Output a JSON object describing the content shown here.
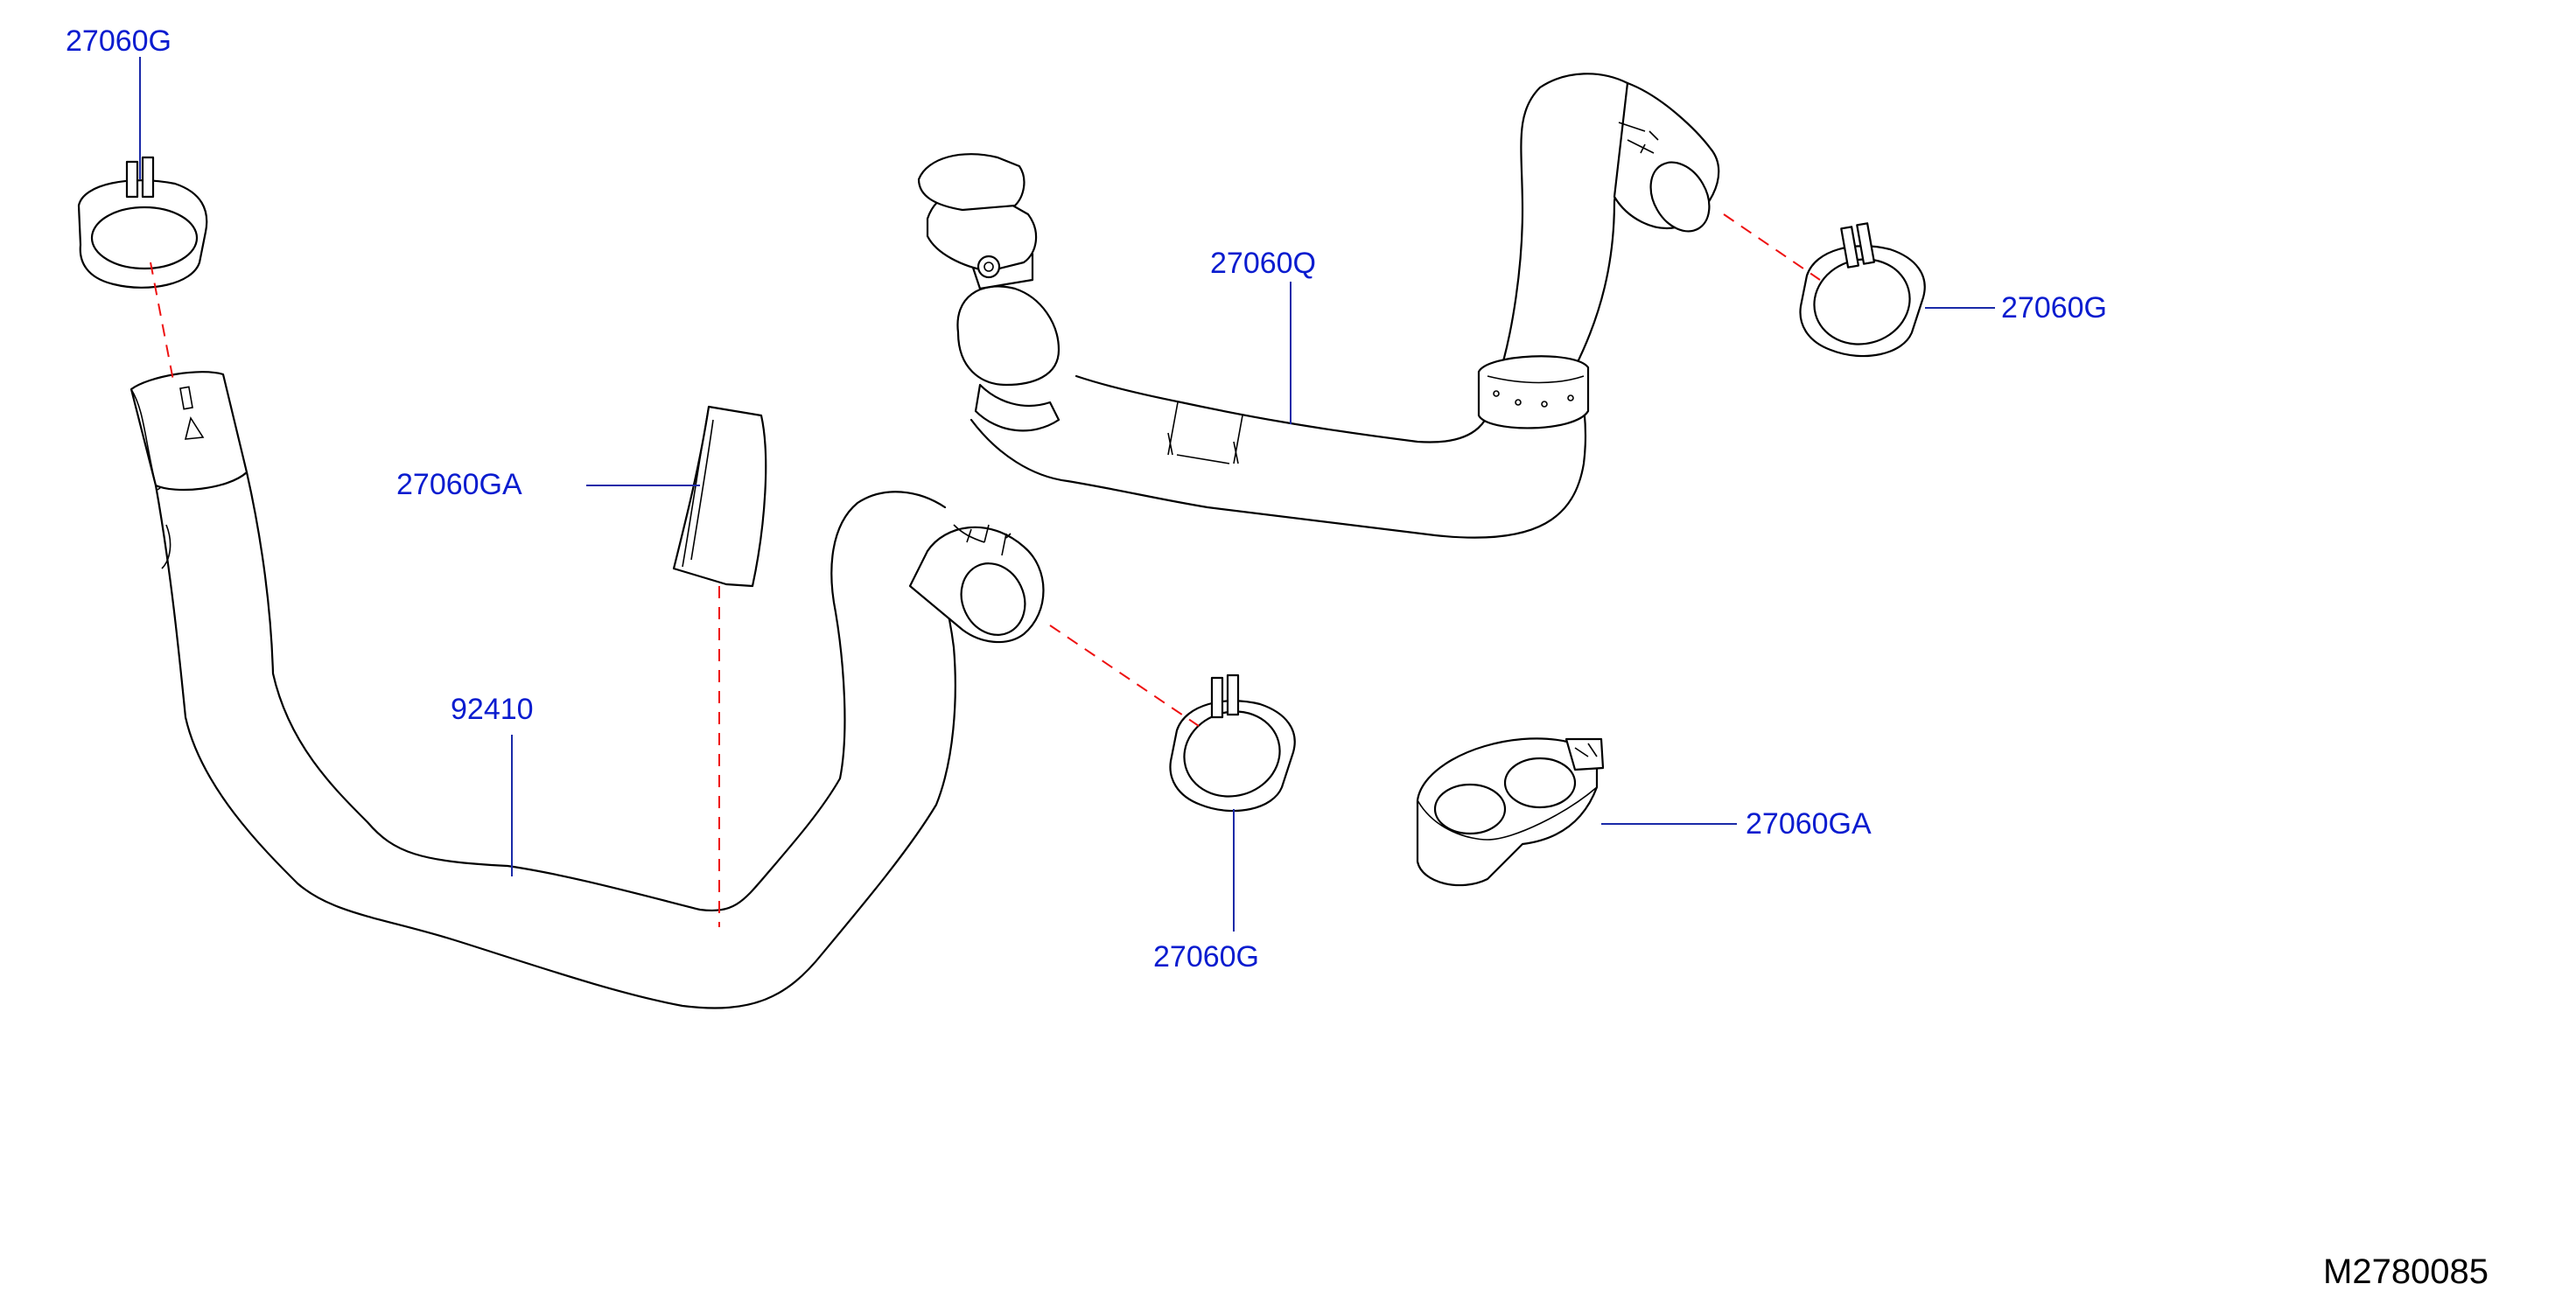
{
  "labels": {
    "clamp_top_left": "27060G",
    "clamp_bottom_mid": "27060G",
    "clamp_right": "27060G",
    "bracket_left": "27060GA",
    "bracket_right": "27060GA",
    "hose_lower": "92410",
    "hose_upper": "27060Q"
  },
  "diagram_code": "M2780085",
  "colors": {
    "label": "#0a1ccf",
    "leader": "#1a2aa8",
    "dashed_guide": "#e11111",
    "line": "#000000"
  }
}
